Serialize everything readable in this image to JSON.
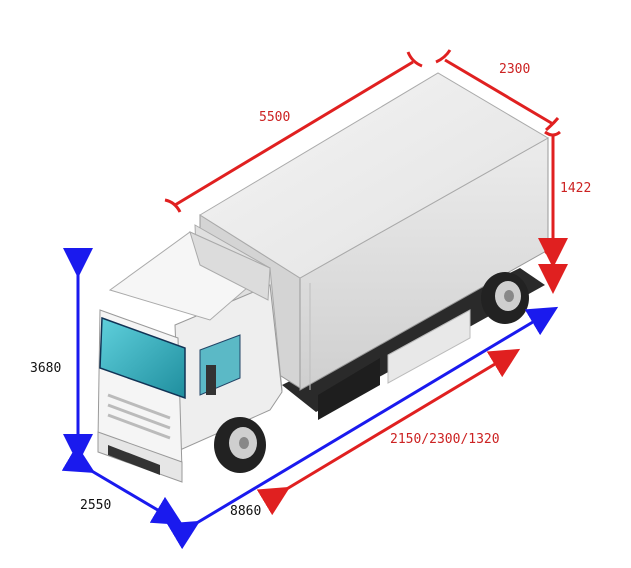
{
  "dimensions": {
    "box_length": "5500",
    "box_width": "2300",
    "box_height": "1422",
    "overall_height": "3680",
    "overall_width": "2550",
    "overall_length": "8860",
    "wheelbase": "2150/2300/1320"
  },
  "colors": {
    "red_dimension": "#e02020",
    "blue_dimension": "#1a1aee",
    "red_text": "#cc2222",
    "black_text": "#111111",
    "cab_white": "#f2f2f2",
    "box_gray": "#dcdcdc",
    "windshield": "#2aa7b8"
  }
}
